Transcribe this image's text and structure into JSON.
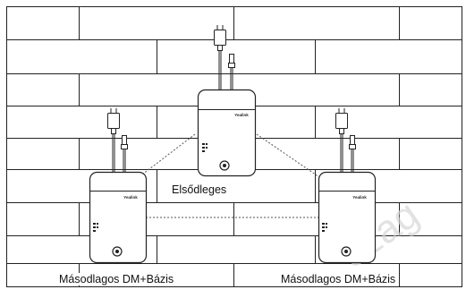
{
  "labels": {
    "primary": "Elsődleges",
    "secondary_left": "Másodlagos DM+Bázis",
    "secondary_right": "Másodlagos DM+Bázis"
  },
  "brand_text": "Yealink",
  "watermark_text": "szag",
  "colors": {
    "line": "#222222",
    "device_fill": "#ffffff",
    "link_dots": "#555555",
    "watermark": "#d6d6d6"
  }
}
